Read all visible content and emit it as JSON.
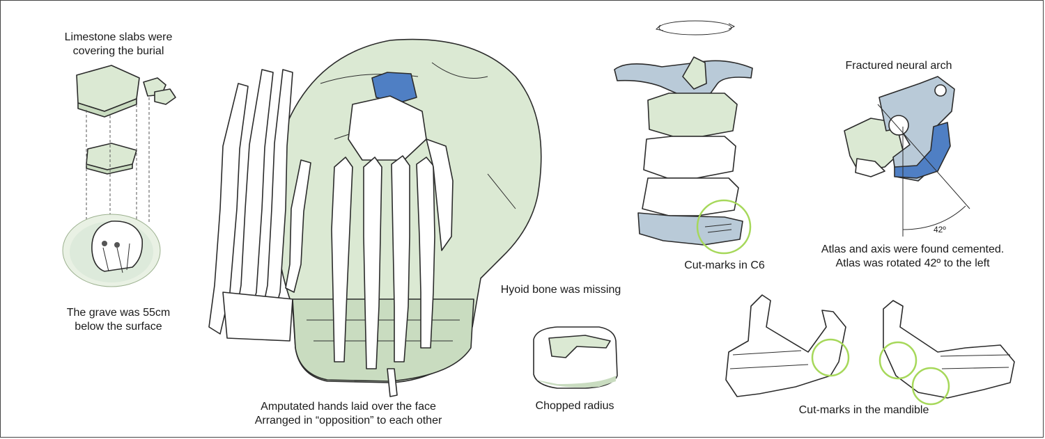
{
  "labels": {
    "slabs": {
      "line1": "Limestone slabs were",
      "line2": "covering the burial"
    },
    "grave": {
      "line1": "The grave was 55cm",
      "line2": "below the surface"
    },
    "hands": {
      "line1": "Amputated hands laid over the face",
      "line2": "Arranged in “opposition” to each other"
    },
    "hyoid": "Hyoid bone was missing",
    "radius": "Chopped radius",
    "c6": "Cut-marks in C6",
    "neural_arch": "Fractured neural arch",
    "atlas": {
      "line1": "Atlas and axis were found cemented.",
      "line2": "Atlas was rotated 42º to the left"
    },
    "angle": "42º",
    "mandible": "Cut-marks in the mandible"
  },
  "colors": {
    "bone_green": "#dbe9d3",
    "bone_green_dark": "#c9dcc0",
    "vertebra_blue": "#b9cad8",
    "accent_blue": "#4f7fc4",
    "highlight_circle": "#a6d85a",
    "outline": "#2b2b2b"
  }
}
